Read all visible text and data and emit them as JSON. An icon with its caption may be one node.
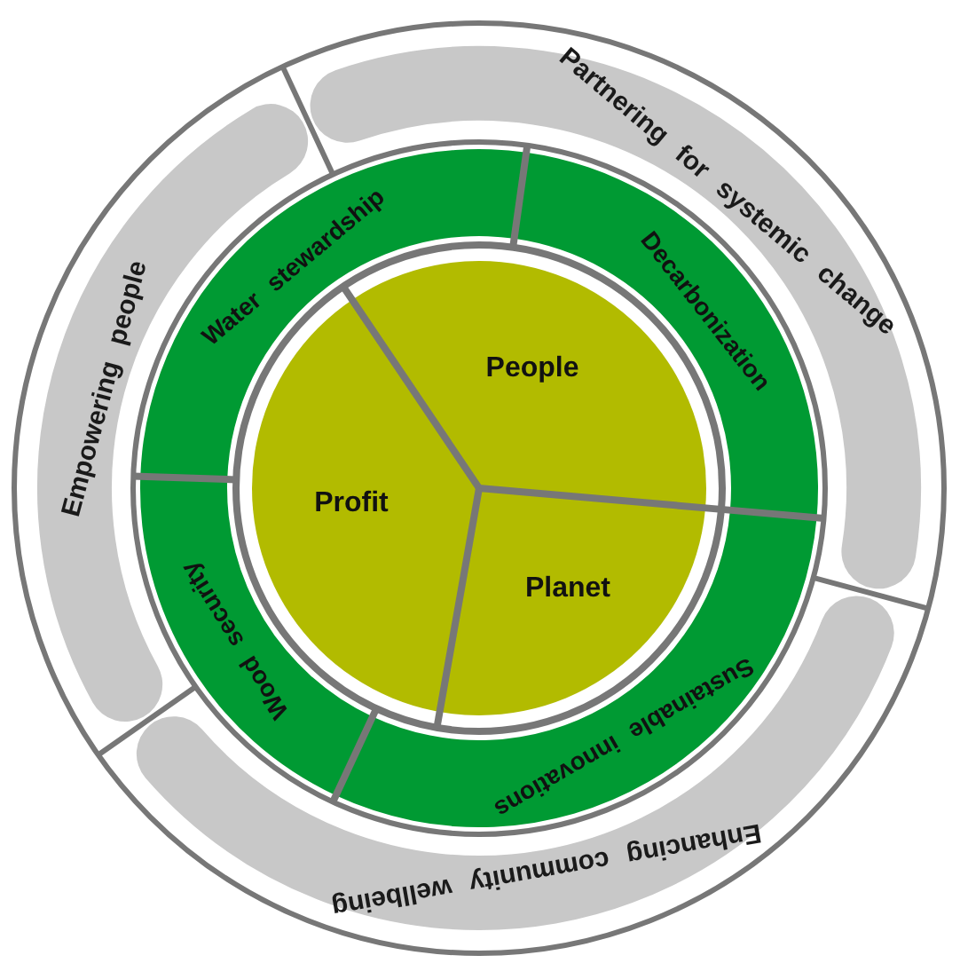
{
  "diagram": {
    "nodes": [
      {
        "text": [
          "Partnering for systemic change"
        ]
      },
      {
        "text": [
          "Empowering people"
        ]
      },
      {
        "text": [
          "Water stewardship"
        ]
      },
      {
        "text": [
          "Decarbonization"
        ]
      },
      {
        "text": [
          "People"
        ]
      },
      {
        "text": [
          "Profit"
        ]
      },
      {
        "text": [
          "Planet"
        ]
      },
      {
        "text": [
          "Wood security"
        ]
      },
      {
        "text": [
          "Sustainable innovations"
        ]
      },
      {
        "text": [
          "Enhancing community wellbeing"
        ]
      }
    ]
  }
}
